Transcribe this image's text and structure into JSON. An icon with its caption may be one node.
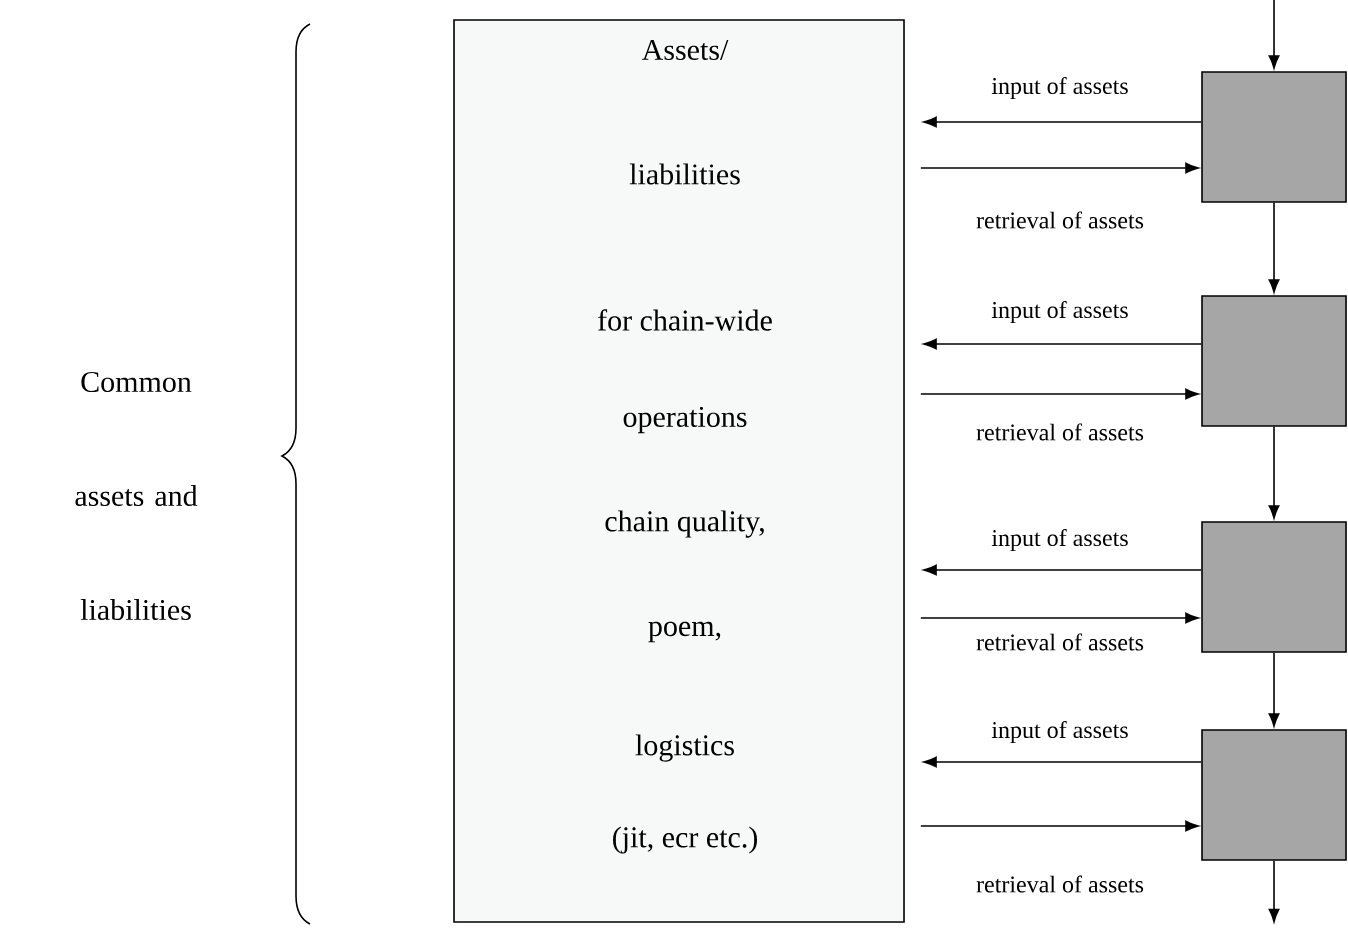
{
  "diagram": {
    "nodes": [
      {
        "text": [
          "Assets/",
          "liabilities",
          "for chain-wide",
          "operations",
          "chain   quality,",
          "poem,",
          "logistics",
          "(jit, ecr etc.)"
        ]
      },
      {
        "text": [],
        "shape": "box"
      },
      {
        "text": [],
        "shape": "box"
      },
      {
        "text": [],
        "shape": "box"
      },
      {
        "text": [],
        "shape": "box"
      }
    ],
    "edges": [
      {
        "from": null,
        "to": 1,
        "arrow": "to"
      },
      {
        "from": 1,
        "to": 0,
        "arrow": "to",
        "label": "input of assets"
      },
      {
        "from": 0,
        "to": 1,
        "arrow": "to",
        "label": "retrieval of assets"
      },
      {
        "from": 1,
        "to": 2,
        "arrow": "to"
      },
      {
        "from": 2,
        "to": 0,
        "arrow": "to",
        "label": "input of assets"
      },
      {
        "from": 0,
        "to": 2,
        "arrow": "to",
        "label": "retrieval of assets"
      },
      {
        "from": 2,
        "to": 3,
        "arrow": "to"
      },
      {
        "from": 3,
        "to": 0,
        "arrow": "to",
        "label": "input of  assets"
      },
      {
        "from": 0,
        "to": 3,
        "arrow": "to",
        "label": "retrieval of assets"
      },
      {
        "from": 3,
        "to": 4,
        "arrow": "to"
      },
      {
        "from": 4,
        "to": 0,
        "arrow": "to",
        "label": "input of  assets"
      },
      {
        "from": 0,
        "to": 4,
        "arrow": "to",
        "label": "retrieval  of assets"
      },
      {
        "from": 4,
        "to": null,
        "arrow": "to"
      }
    ],
    "labels": [
      "Common assets and liabilities"
    ]
  }
}
